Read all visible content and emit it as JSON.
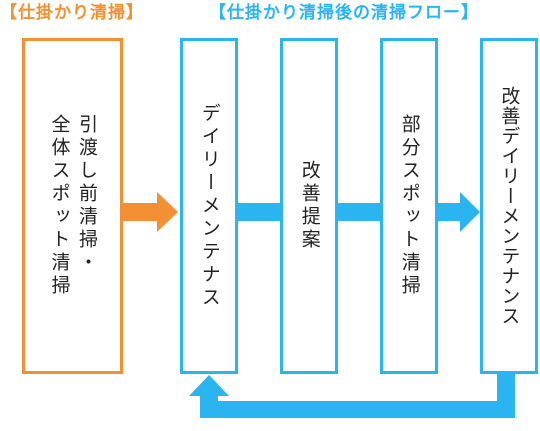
{
  "headings": {
    "left": "【仕掛かり清掃】",
    "right": "【仕掛かり清掃後の清掃フロー】"
  },
  "boxes": {
    "pre_cleaning": "引渡し前清掃・\n全体スポット清掃",
    "daily_maintenance": "デイリーメンテナス",
    "improvement_proposal": "改善提案",
    "partial_spot_cleaning": "部分スポット清掃",
    "improved_daily_maintenance": "改善デイリーメンテナンス"
  },
  "colors": {
    "orange": "#f39033",
    "blue": "#2bb5f0"
  }
}
